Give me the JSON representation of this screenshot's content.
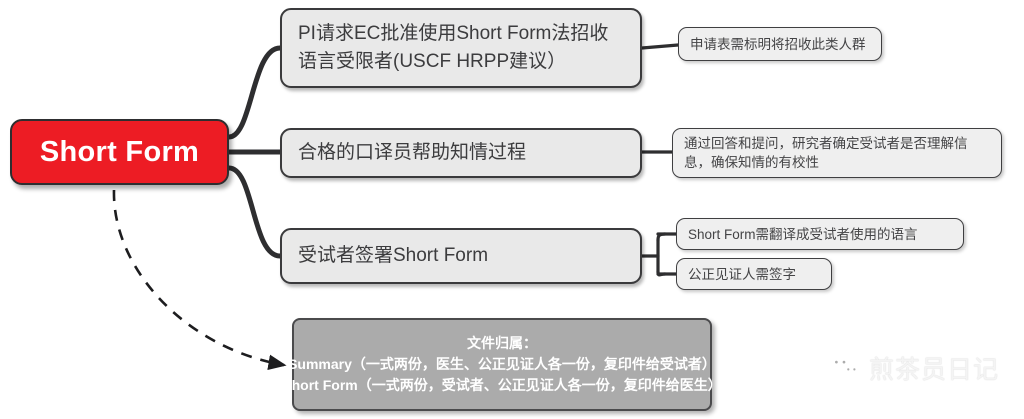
{
  "diagram": {
    "type": "mind-map",
    "root": {
      "label": "Short Form",
      "color": "#ED1C24",
      "text_color": "#FFFFFF"
    },
    "branches": [
      {
        "label": "PI请求EC批准使用Short Form法招收语言受限者(USCF HRPP建议）",
        "children": [
          {
            "label": "申请表需标明将招收此类人群"
          }
        ]
      },
      {
        "label": "合格的口译员帮助知情过程",
        "children": [
          {
            "label": "通过回答和提问，研究者确定受试者是否理解信息，确保知情的有校性"
          }
        ]
      },
      {
        "label": "受试者签署Short Form",
        "children": [
          {
            "label": "Short Form需翻译成受试者使用的语言"
          },
          {
            "label": "公正见证人需签字"
          }
        ]
      }
    ],
    "summary_box": {
      "background": "#ABABAB",
      "lines": [
        "文件归属：",
        "Summary（一式两份，医生、公正见证人各一份，复印件给受试者）",
        "Short Form（一式两份，受试者、公正见证人各一份，复印件给医生）"
      ]
    },
    "watermark": {
      "label": "煎茶员日记",
      "icon": "wechat-icon"
    },
    "connector_color": "#2e2e30"
  }
}
